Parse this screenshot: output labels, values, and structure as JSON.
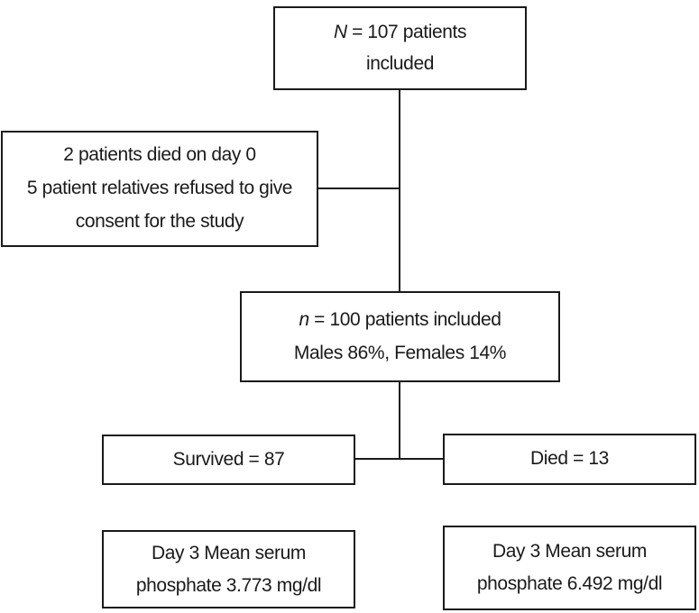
{
  "colors": {
    "line": "#1a1a1a",
    "text": "#1a1a1a",
    "background": "#ffffff"
  },
  "flowchart": {
    "total_box": {
      "var": "N",
      "line1_rest": " = 107 patients",
      "line2": "included"
    },
    "exclusion_box": {
      "line1": "2 patients died on day 0",
      "line2": "5 patient relatives refused to give",
      "line3": "consent for the study"
    },
    "included_box": {
      "var": "n",
      "line1_rest": " = 100 patients included",
      "line2": "Males 86%, Females 14%"
    },
    "survived_box": {
      "label": "Survived = 87"
    },
    "died_box": {
      "label": "Died = 13"
    },
    "survived_outcome_box": {
      "line1": "Day 3 Mean serum",
      "line2": "phosphate 3.773 mg/dl"
    },
    "died_outcome_box": {
      "line1": "Day 3 Mean serum",
      "line2": "phosphate 6.492 mg/dl"
    }
  }
}
